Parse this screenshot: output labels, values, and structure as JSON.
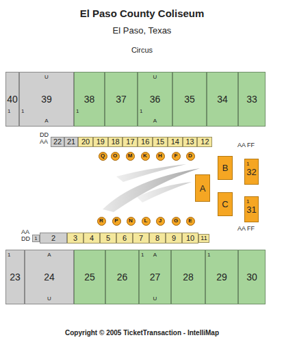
{
  "diagram": {
    "title": "El Paso County Coliseum",
    "caption": "Copyright © 2005 TicketTransaction - IntelliMap",
    "nodes": [
      {
        "text": [
          "40",
          "1"
        ]
      },
      {
        "text": [
          "U",
          "39",
          "1",
          "A"
        ]
      },
      {
        "text": [
          "38",
          "1"
        ]
      },
      {
        "text": [
          "37"
        ]
      },
      {
        "text": [
          "U",
          "36",
          "1",
          "A"
        ]
      },
      {
        "text": [
          "35"
        ]
      },
      {
        "text": [
          "34"
        ]
      },
      {
        "text": [
          "33"
        ]
      },
      {
        "text": [
          "22"
        ]
      },
      {
        "text": [
          "21"
        ]
      },
      {
        "text": [
          "20"
        ]
      },
      {
        "text": [
          "19"
        ]
      },
      {
        "text": [
          "18"
        ]
      },
      {
        "text": [
          "17"
        ]
      },
      {
        "text": [
          "16"
        ]
      },
      {
        "text": [
          "15"
        ]
      },
      {
        "text": [
          "14"
        ]
      },
      {
        "text": [
          "13"
        ]
      },
      {
        "text": [
          "12"
        ]
      },
      {
        "text": [
          "Q"
        ]
      },
      {
        "text": [
          "O"
        ]
      },
      {
        "text": [
          "M"
        ]
      },
      {
        "text": [
          "K"
        ]
      },
      {
        "text": [
          "H"
        ]
      },
      {
        "text": [
          "F"
        ]
      },
      {
        "text": [
          "D"
        ]
      },
      {
        "text": [
          "B"
        ]
      },
      {
        "text": [
          "1",
          "32"
        ]
      },
      {
        "text": [
          "A"
        ]
      },
      {
        "text": [
          "C"
        ]
      },
      {
        "text": [
          "1",
          "31"
        ]
      },
      {
        "text": [
          "R"
        ]
      },
      {
        "text": [
          "P"
        ]
      },
      {
        "text": [
          "N"
        ]
      },
      {
        "text": [
          "L"
        ]
      },
      {
        "text": [
          "J"
        ]
      },
      {
        "text": [
          "G"
        ]
      },
      {
        "text": [
          "E"
        ]
      },
      {
        "text": [
          "1"
        ]
      },
      {
        "text": [
          "2"
        ]
      },
      {
        "text": [
          "3"
        ]
      },
      {
        "text": [
          "4"
        ]
      },
      {
        "text": [
          "5"
        ]
      },
      {
        "text": [
          "6"
        ]
      },
      {
        "text": [
          "7"
        ]
      },
      {
        "text": [
          "8"
        ]
      },
      {
        "text": [
          "9"
        ]
      },
      {
        "text": [
          "10"
        ]
      },
      {
        "text": [
          "11"
        ]
      },
      {
        "text": [
          "1",
          "23"
        ]
      },
      {
        "text": [
          "A",
          "24",
          "U"
        ]
      },
      {
        "text": [
          "25"
        ]
      },
      {
        "text": [
          "26"
        ]
      },
      {
        "text": [
          "1",
          "A",
          "27",
          "U"
        ]
      },
      {
        "text": [
          "28"
        ]
      },
      {
        "text": [
          "1",
          "29"
        ]
      },
      {
        "text": [
          "30"
        ]
      }
    ],
    "labels": [
      "El Paso, Texas",
      "Circus",
      "DD",
      "AA",
      "AA FF",
      "AA",
      "DD",
      "AA FF"
    ]
  }
}
